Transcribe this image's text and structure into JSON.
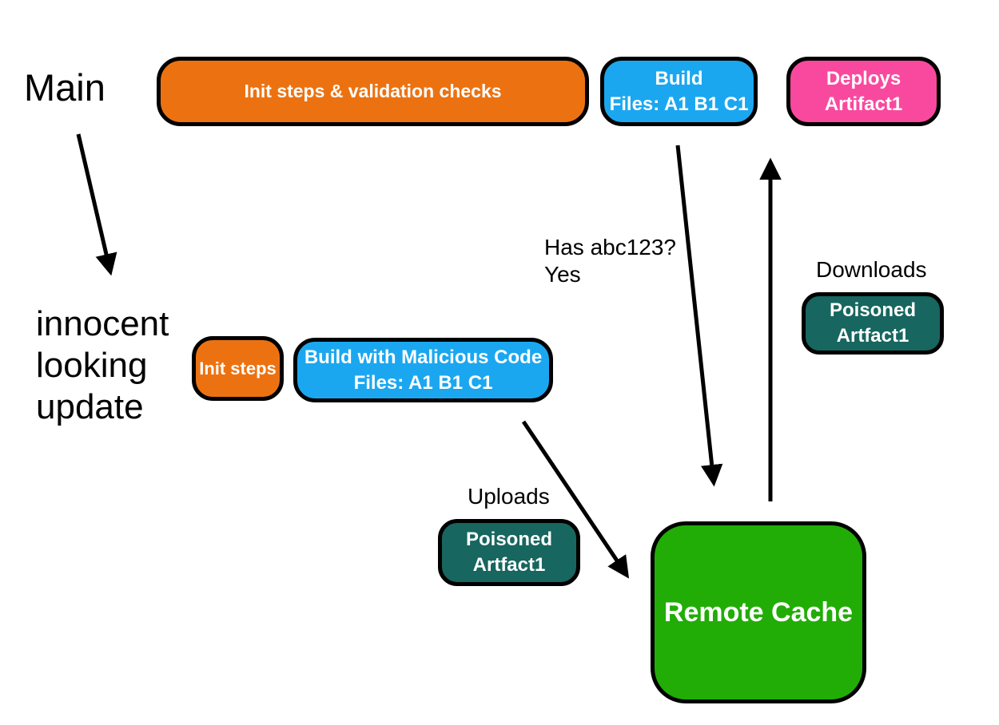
{
  "diagram": {
    "labels": {
      "main": "Main",
      "innocent": [
        "innocent",
        "looking",
        "update"
      ],
      "has_abc123": [
        "Has abc123?",
        "Yes"
      ],
      "downloads": "Downloads",
      "uploads": "Uploads"
    },
    "nodes": {
      "init_validation": {
        "label": "Init steps & validation checks"
      },
      "build_main": {
        "line1": "Build",
        "line2": "Files: A1 B1 C1"
      },
      "deploys": {
        "line1": "Deploys",
        "line2": "Artifact1"
      },
      "init_steps": {
        "label": "Init steps"
      },
      "build_malicious": {
        "line1": "Build with Malicious Code",
        "line2": "Files: A1 B1 C1"
      },
      "poisoned_download": {
        "line1": "Poisoned",
        "line2": "Artfact1"
      },
      "poisoned_upload": {
        "line1": "Poisoned",
        "line2": "Artfact1"
      },
      "remote_cache": {
        "label": "Remote Cache"
      }
    },
    "colors": {
      "orange": "#EC7211",
      "blue": "#1BA7F0",
      "pink": "#F9499E",
      "teal": "#17665F",
      "green": "#21AD06",
      "ink": "#000000"
    }
  }
}
